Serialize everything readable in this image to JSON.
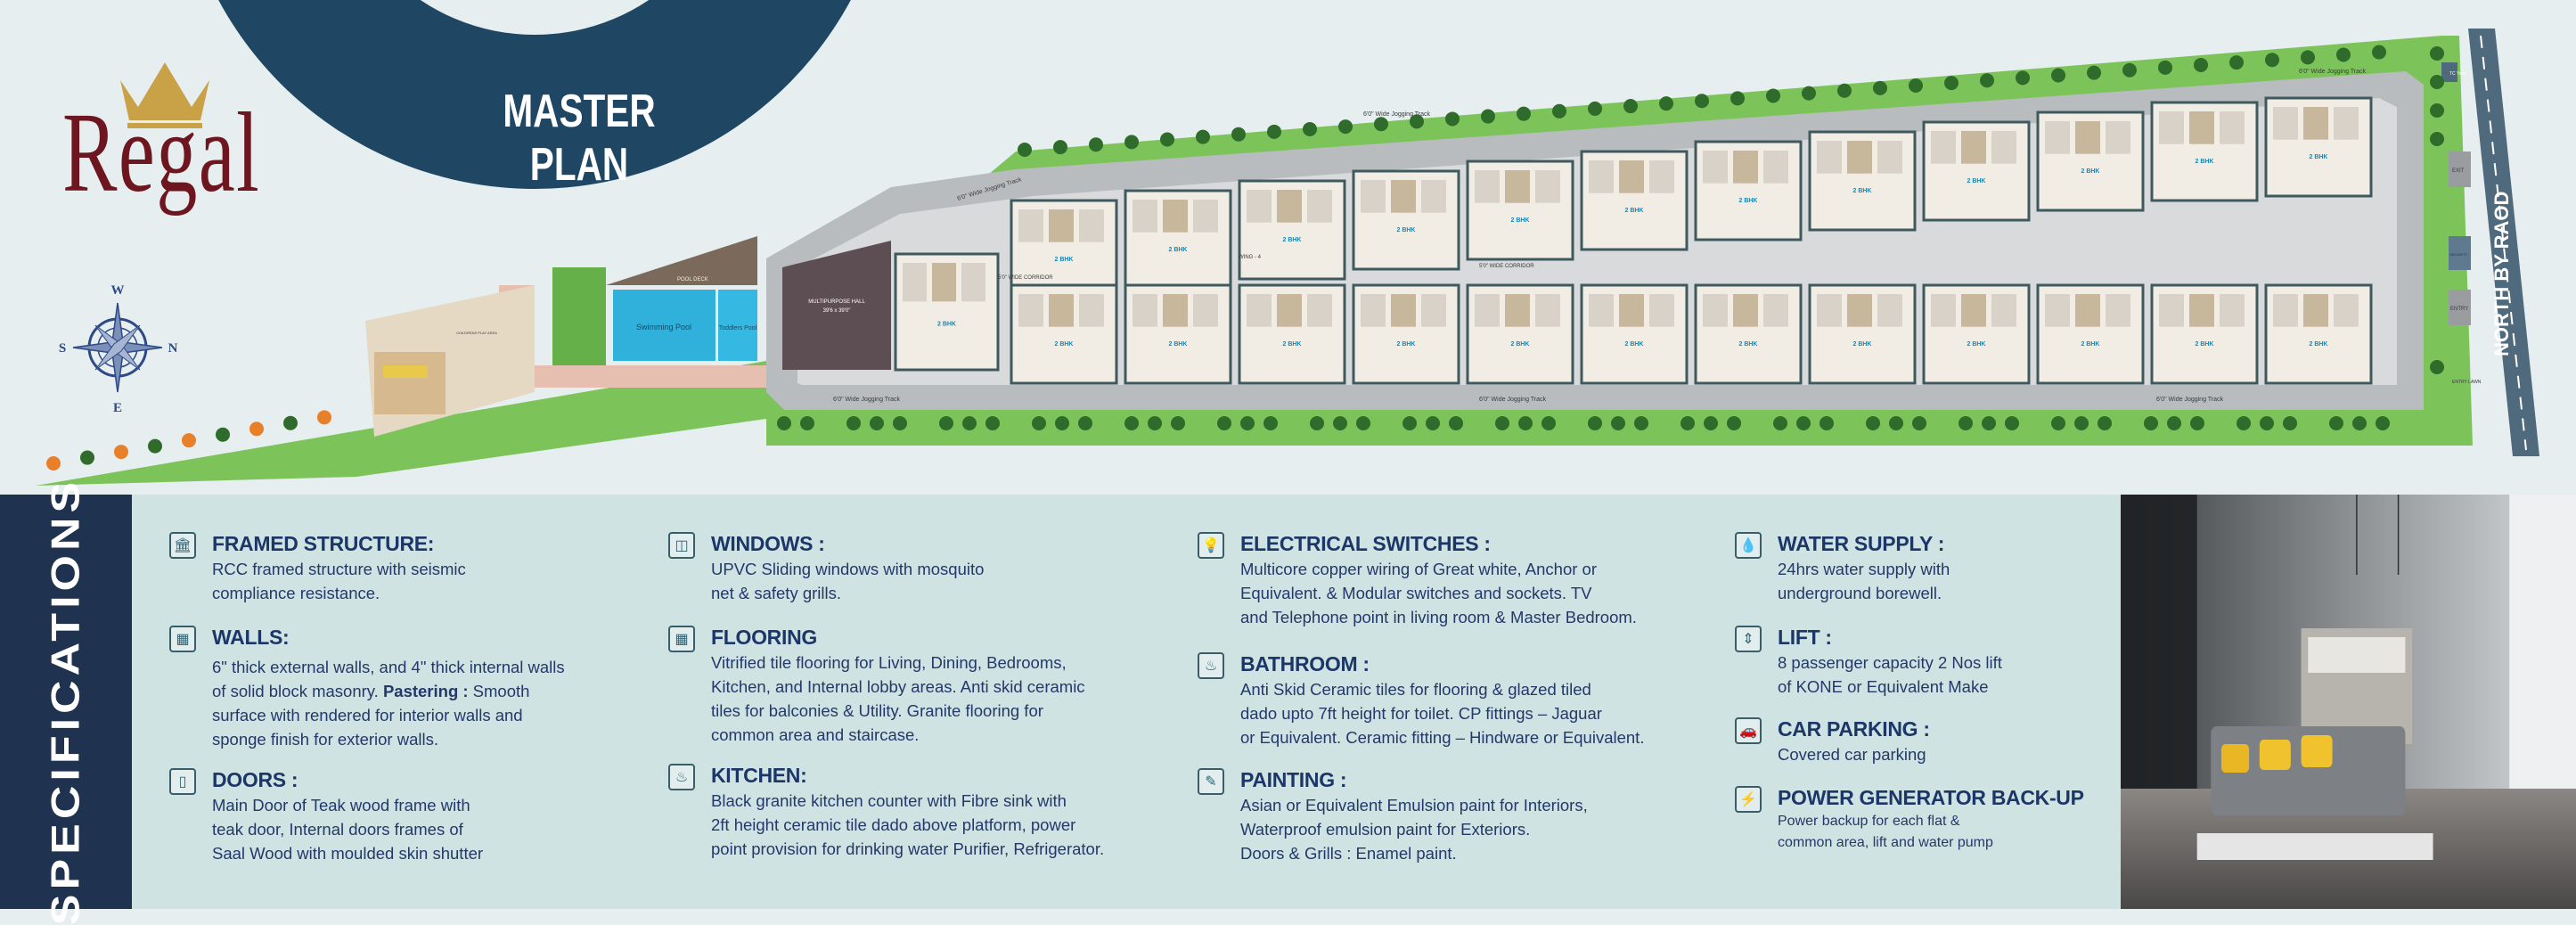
{
  "brand": {
    "logo_text": "Regal"
  },
  "header": {
    "title": "MASTER PLAN"
  },
  "compass": {
    "north": "N",
    "south": "S",
    "east": "E",
    "west": "W"
  },
  "plan": {
    "jogging_track": "6'0\" Wide Jogging Track",
    "corridor": "5'0\" WIDE CORRIDOR",
    "pool_deck": "POOL DECK",
    "swimming_pool": "Swimming Pool",
    "toddlers_pool": "Toddlers Pool",
    "hall_name": "MULTIPURPOSE HALL",
    "hall_size": "39'6 x 39'0\"",
    "play_area": "CHILDRENS PLAY AREA",
    "wing": "WING - 4",
    "tc_yard": "TC Yard",
    "exit": "EXIT",
    "security": "SECURITY",
    "entry": "ENTRY",
    "entry_lawn": "ENTRY LAWN",
    "road": "NORTH BY RAOD",
    "unit_badge": "2 BHK"
  },
  "specifications": {
    "heading": "SPECIFICATIONS",
    "items": [
      {
        "icon": "building-icon",
        "title": "FRAMED STRUCTURE:",
        "body": "RCC framed structure with seismic\ncompliance resistance."
      },
      {
        "icon": "wall-icon",
        "title": "WALLS:",
        "body_1": "6\" thick external walls, and 4\" thick internal walls\nof solid block masonry.  ",
        "bold": "Pastering :",
        "body_2": " Smooth\nsurface with rendered for interior walls and\nsponge finish for exterior walls."
      },
      {
        "icon": "door-icon",
        "title": "DOORS :",
        "body": "Main Door of Teak wood frame with\nteak door, Internal doors frames of\nSaal Wood with moulded skin shutter"
      },
      {
        "icon": "window-icon",
        "title": "WINDOWS :",
        "body": "UPVC Sliding windows with mosquito\nnet & safety grills."
      },
      {
        "icon": "flooring-icon",
        "title": "FLOORING",
        "body": "Vitrified tile flooring for Living, Dining, Bedrooms,\nKitchen, and Internal lobby areas. Anti skid ceramic\ntiles for balconies & Utility. Granite flooring for\ncommon area and staircase."
      },
      {
        "icon": "kitchen-icon",
        "title": "KITCHEN:",
        "body": "Black granite kitchen counter with Fibre sink with\n2ft height ceramic tile dado above platform, power\npoint provision for drinking water Purifier, Refrigerator."
      },
      {
        "icon": "bulb-icon",
        "title": "ELECTRICAL SWITCHES :",
        "body": "Multicore copper wiring of Great white, Anchor or\nEquivalent. & Modular switches and sockets. TV\nand Telephone point in living room & Master Bedroom."
      },
      {
        "icon": "shower-icon",
        "title": "BATHROOM :",
        "body": "Anti Skid Ceramic tiles for flooring & glazed tiled\ndado upto 7ft height for toilet. CP fittings – Jaguar\nor Equivalent. Ceramic fitting – Hindware or Equivalent."
      },
      {
        "icon": "paint-roller-icon",
        "title": "PAINTING :",
        "body": "Asian or Equivalent Emulsion paint for Interiors,\nWaterproof emulsion paint for Exteriors.\nDoors & Grills : Enamel paint."
      },
      {
        "icon": "water-tap-icon",
        "title": "WATER SUPPLY :",
        "body": "24hrs water supply with\nunderground borewell."
      },
      {
        "icon": "lift-icon",
        "title": "LIFT :",
        "body": "8 passenger capacity 2 Nos lift\nof KONE or Equivalent Make"
      },
      {
        "icon": "car-parking-icon",
        "title": "CAR PARKING :",
        "body": "Covered car parking"
      },
      {
        "icon": "generator-icon",
        "title": "POWER GENERATOR BACK-UP",
        "body": "Power backup for each flat &\ncommon area, lift and water pump"
      }
    ]
  },
  "colors": {
    "navy": "#1f3350",
    "arc": "#1f4763",
    "logo": "#6e1620",
    "crown": "#c9a248",
    "spec_bg": "#cfe3e3",
    "text": "#1d3668"
  }
}
